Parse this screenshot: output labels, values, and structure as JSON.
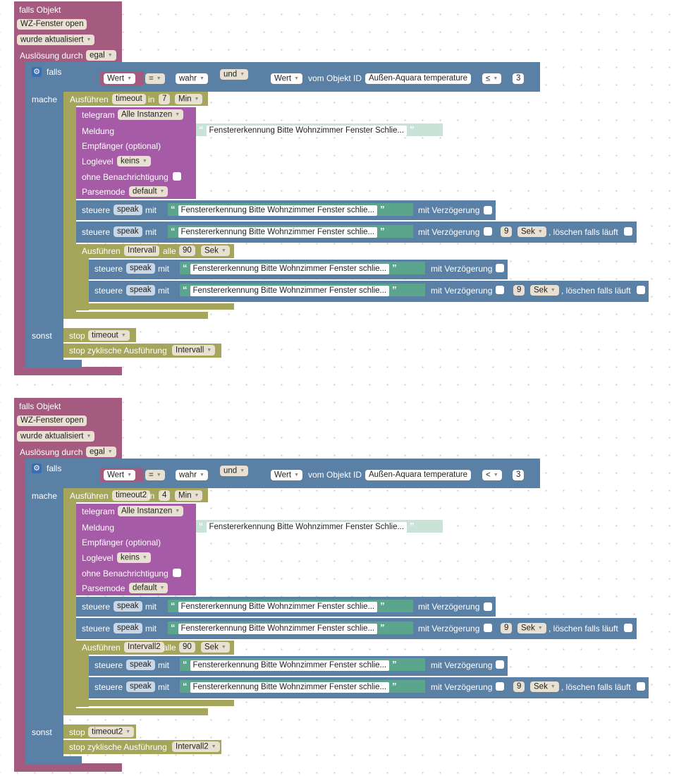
{
  "common": {
    "falls_objekt": "falls Objekt",
    "object_name": "WZ-Fenster open",
    "event": "wurde aktualisiert",
    "ausloesung": "Auslösung durch",
    "egal": "egal",
    "falls": "falls",
    "wert": "Wert",
    "eq": "=",
    "wahr": "wahr",
    "und": "und",
    "vom_objekt": "vom Objekt ID",
    "objekt_id": "Außen-Aquara temperature",
    "three": "3",
    "mache": "mache",
    "sonst": "sonst",
    "ausfuehren": "Ausführen",
    "in": "in",
    "alle": "alle",
    "telegram": "telegram",
    "alle_instanzen": "Alle Instanzen",
    "meldung": "Meldung",
    "meldung_text": "Fenstererkennung Bitte Wohnzimmer Fenster Schlie...",
    "empfaenger": "Empfänger (optional)",
    "loglevel": "Loglevel",
    "keins": "keins",
    "ohne_benachrichtigung": "ohne Benachrichtigung",
    "parsemode": "Parsemode",
    "default": "default",
    "steuere": "steuere",
    "speak": "speak",
    "mit": "mit",
    "speak_text": "Fenstererkennung Bitte Wohnzimmer Fenster schlie...",
    "mit_verzoegerung": "mit Verzögerung",
    "check_mark": "✓",
    "nine": "9",
    "sek": "Sek",
    "loeschen": ", löschen falls läuft",
    "stop": "stop",
    "stop_zyklisch": "stop zyklische Ausführung",
    "quote_open": "“",
    "quote_close": "”"
  },
  "block1": {
    "operator": "≤",
    "timeout_name": "timeout",
    "timeout_value": "7",
    "timeout_unit": "Min",
    "interval_name": "Intervall",
    "interval_value": "90",
    "interval_unit": "Sek"
  },
  "block2": {
    "operator": "<",
    "timeout_name": "timeout2",
    "timeout_value": "4",
    "timeout_unit": "Min",
    "interval_name": "Intervall2",
    "interval_value": "90",
    "interval_unit": "Sek"
  },
  "colors": {
    "event_block": "#a55b80",
    "logic_block": "#5b80a5",
    "timer_block": "#a5a55b",
    "telegram_block": "#a55ba5",
    "text_block": "#5ba58c",
    "workspace_background": "#ffffff"
  },
  "icons": {
    "gear": "gear-icon",
    "dropdown": "dropdown-arrow-icon",
    "checkbox": "checkbox-icon",
    "quote": "quote-icon"
  }
}
